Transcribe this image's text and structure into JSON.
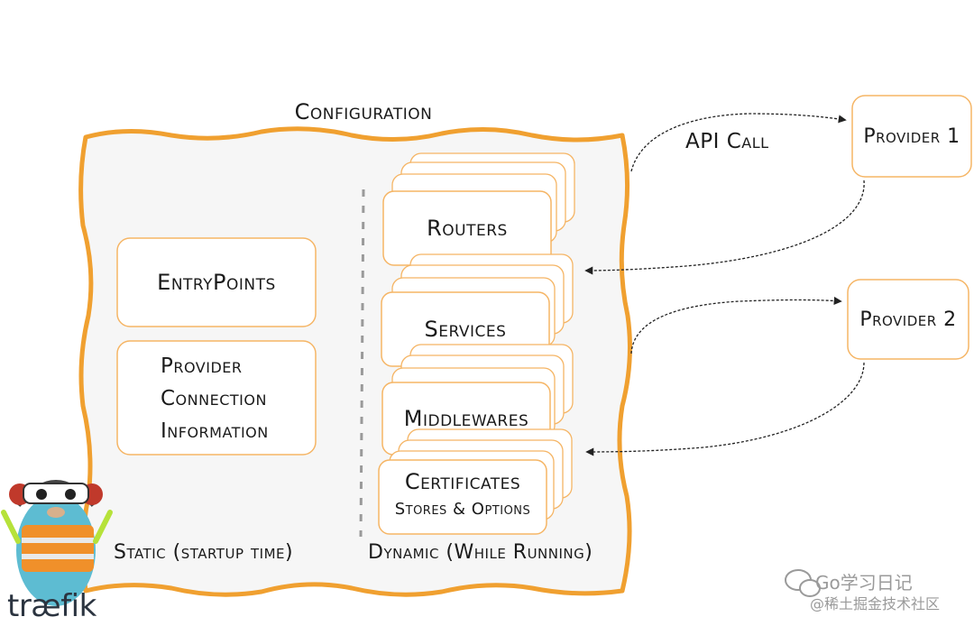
{
  "title": "Configuration",
  "static": {
    "entrypoints": "EntryPoints",
    "provider_line1": "Provider",
    "provider_line2": "Connection",
    "provider_line3": "Information",
    "caption": "Static (startup time)"
  },
  "dynamic": {
    "routers": "Routers",
    "services": "Services",
    "middlewares": "Middlewares",
    "certificates": "Certificates",
    "certificates_sub": "Stores & Options",
    "caption": "Dynamic (While Running)"
  },
  "api_call": "API Call",
  "providers": [
    "Provider 1",
    "Provider 2"
  ],
  "logo_text": "træfik",
  "watermark": {
    "line1": "Go学习日记",
    "line2": "@稀土掘金技术社区"
  },
  "colors": {
    "orange": "#f0a030",
    "box_border": "#f5b565",
    "panel_fill": "#f6f6f6"
  }
}
